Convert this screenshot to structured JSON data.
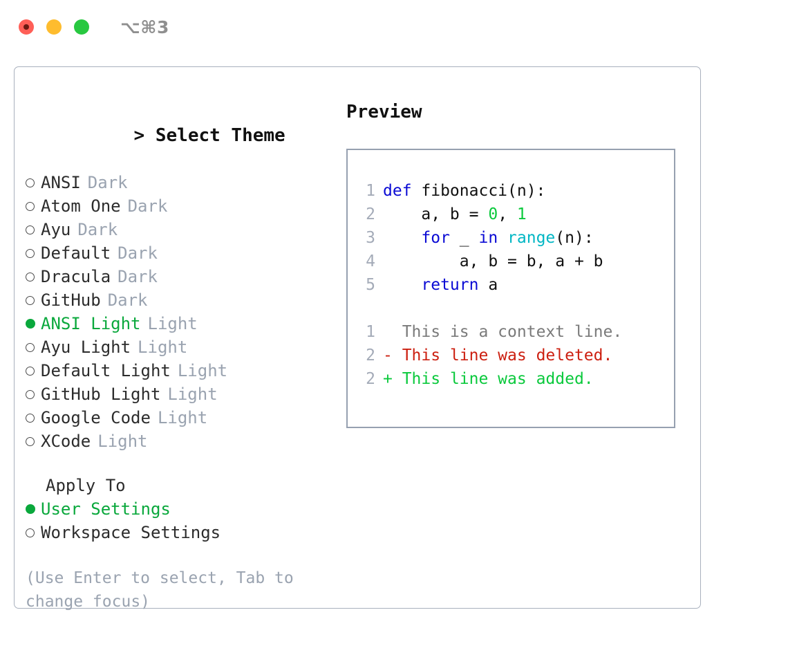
{
  "window": {
    "title": "⌥⌘3",
    "traffic_lights": [
      "close-red",
      "minimize-yellow",
      "maximize-green"
    ]
  },
  "theme_panel": {
    "header": "> Select Theme",
    "header_caret": ">",
    "header_label": "Select Theme",
    "items": [
      {
        "label": "ANSI",
        "tag": "Dark",
        "selected": false
      },
      {
        "label": "Atom One",
        "tag": "Dark",
        "selected": false
      },
      {
        "label": "Ayu",
        "tag": "Dark",
        "selected": false
      },
      {
        "label": "Default",
        "tag": "Dark",
        "selected": false
      },
      {
        "label": "Dracula",
        "tag": "Dark",
        "selected": false
      },
      {
        "label": "GitHub",
        "tag": "Dark",
        "selected": false
      },
      {
        "label": "ANSI Light",
        "tag": "Light",
        "selected": true
      },
      {
        "label": "Ayu Light",
        "tag": "Light",
        "selected": false
      },
      {
        "label": "Default Light",
        "tag": "Light",
        "selected": false
      },
      {
        "label": "GitHub Light",
        "tag": "Light",
        "selected": false
      },
      {
        "label": "Google Code",
        "tag": "Light",
        "selected": false
      },
      {
        "label": "XCode",
        "tag": "Light",
        "selected": false
      }
    ]
  },
  "apply_to": {
    "header": "Apply To",
    "items": [
      {
        "label": "User Settings",
        "selected": true
      },
      {
        "label": "Workspace Settings",
        "selected": false
      }
    ]
  },
  "hint": "(Use Enter to select, Tab to change focus)",
  "preview": {
    "header": "Preview",
    "code_lines": [
      {
        "num": "1",
        "tokens": [
          {
            "t": "def ",
            "c": "kw"
          },
          {
            "t": "fibonacci(n):",
            "c": "plain"
          }
        ]
      },
      {
        "num": "2",
        "tokens": [
          {
            "t": "    a, b = ",
            "c": "plain"
          },
          {
            "t": "0",
            "c": "num"
          },
          {
            "t": ", ",
            "c": "plain"
          },
          {
            "t": "1",
            "c": "num"
          }
        ]
      },
      {
        "num": "3",
        "tokens": [
          {
            "t": "    ",
            "c": "plain"
          },
          {
            "t": "for",
            "c": "kw"
          },
          {
            "t": " _ ",
            "c": "plain"
          },
          {
            "t": "in",
            "c": "kw"
          },
          {
            "t": " ",
            "c": "plain"
          },
          {
            "t": "range",
            "c": "fn"
          },
          {
            "t": "(n):",
            "c": "plain"
          }
        ]
      },
      {
        "num": "4",
        "tokens": [
          {
            "t": "        a, b = b, a + b",
            "c": "plain"
          }
        ]
      },
      {
        "num": "5",
        "tokens": [
          {
            "t": "    ",
            "c": "plain"
          },
          {
            "t": "return",
            "c": "kw"
          },
          {
            "t": " a",
            "c": "plain"
          }
        ]
      }
    ],
    "diff_lines": [
      {
        "num": "1",
        "marker": " ",
        "text": " This is a context line.",
        "kind": "ctx"
      },
      {
        "num": "2",
        "marker": "-",
        "text": " This line was deleted.",
        "kind": "del"
      },
      {
        "num": "2",
        "marker": "+",
        "text": " This line was added.",
        "kind": "add"
      }
    ]
  },
  "colors": {
    "accent_green": "#0aa83c",
    "keyword_blue": "#0a0ad4",
    "function_cyan": "#00b6c4",
    "number_green": "#0ac93c",
    "diff_delete_red": "#cc1f10",
    "diff_add_green": "#0ac93c",
    "muted_gray": "#9aa3b0",
    "border_gray": "#a8b0bd",
    "traffic_red": "#ff5f57",
    "traffic_yellow": "#febc2e",
    "traffic_green": "#28c840"
  }
}
